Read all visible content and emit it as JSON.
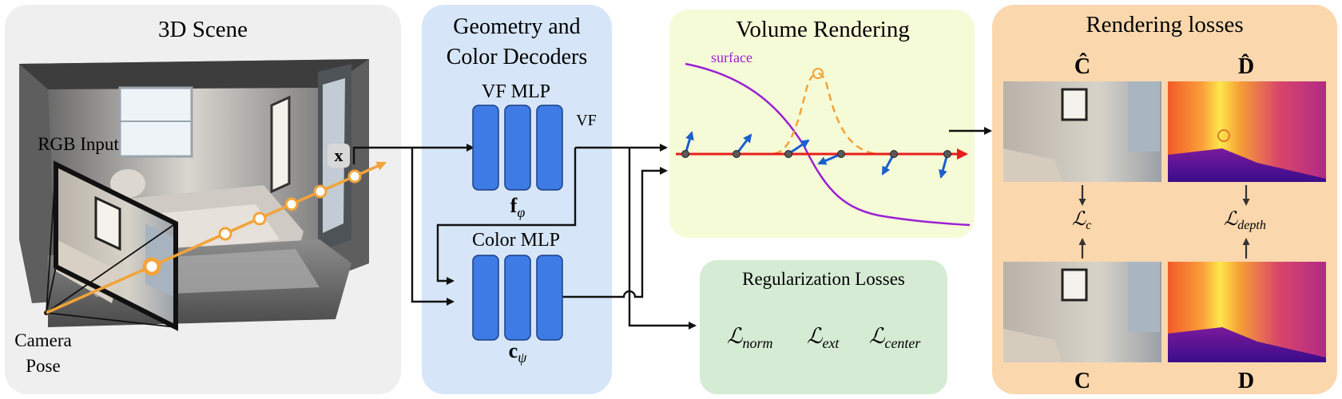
{
  "panels": {
    "scene": {
      "title": "3D Scene",
      "rgb_input_label": "RGB Input",
      "point_label": "x",
      "camera_label_line1": "Camera",
      "camera_label_line2": "Pose"
    },
    "decoders": {
      "title_line1": "Geometry and",
      "title_line2": "Color Decoders",
      "vf_mlp_label": "VF MLP",
      "vf_output_label": "VF",
      "vf_param_label": "f",
      "vf_param_sub": "φ",
      "color_mlp_label": "Color MLP",
      "color_param_label": "c",
      "color_param_sub": "ψ"
    },
    "volume": {
      "title": "Volume Rendering",
      "surface_label": "surface"
    },
    "regularization": {
      "title": "Regularization Losses",
      "losses": [
        {
          "symbol": "ℒ",
          "sub": "norm"
        },
        {
          "symbol": "ℒ",
          "sub": "ext"
        },
        {
          "symbol": "ℒ",
          "sub": "center"
        }
      ]
    },
    "rendering": {
      "title": "Rendering losses",
      "pred_color_label": "Ĉ",
      "pred_depth_label": "D̂",
      "color_loss": {
        "symbol": "ℒ",
        "sub": "c"
      },
      "depth_loss": {
        "symbol": "ℒ",
        "sub": "depth"
      },
      "gt_color_label": "C",
      "gt_depth_label": "D"
    }
  },
  "colors": {
    "scene_bg": "#efefef",
    "decoder_bg": "#d6e6f8",
    "mlp_block": "#3f7be5",
    "volume_bg": "#f6fbd7",
    "regularization_bg": "#d5ebd4",
    "rendering_bg": "#fad7ad",
    "ray": "#f2a33a",
    "surface_curve": "#9a20d4",
    "density_curve": "#f2a33a",
    "axis_ray": "#e81d1d",
    "vectors": "#1a5fd0"
  }
}
